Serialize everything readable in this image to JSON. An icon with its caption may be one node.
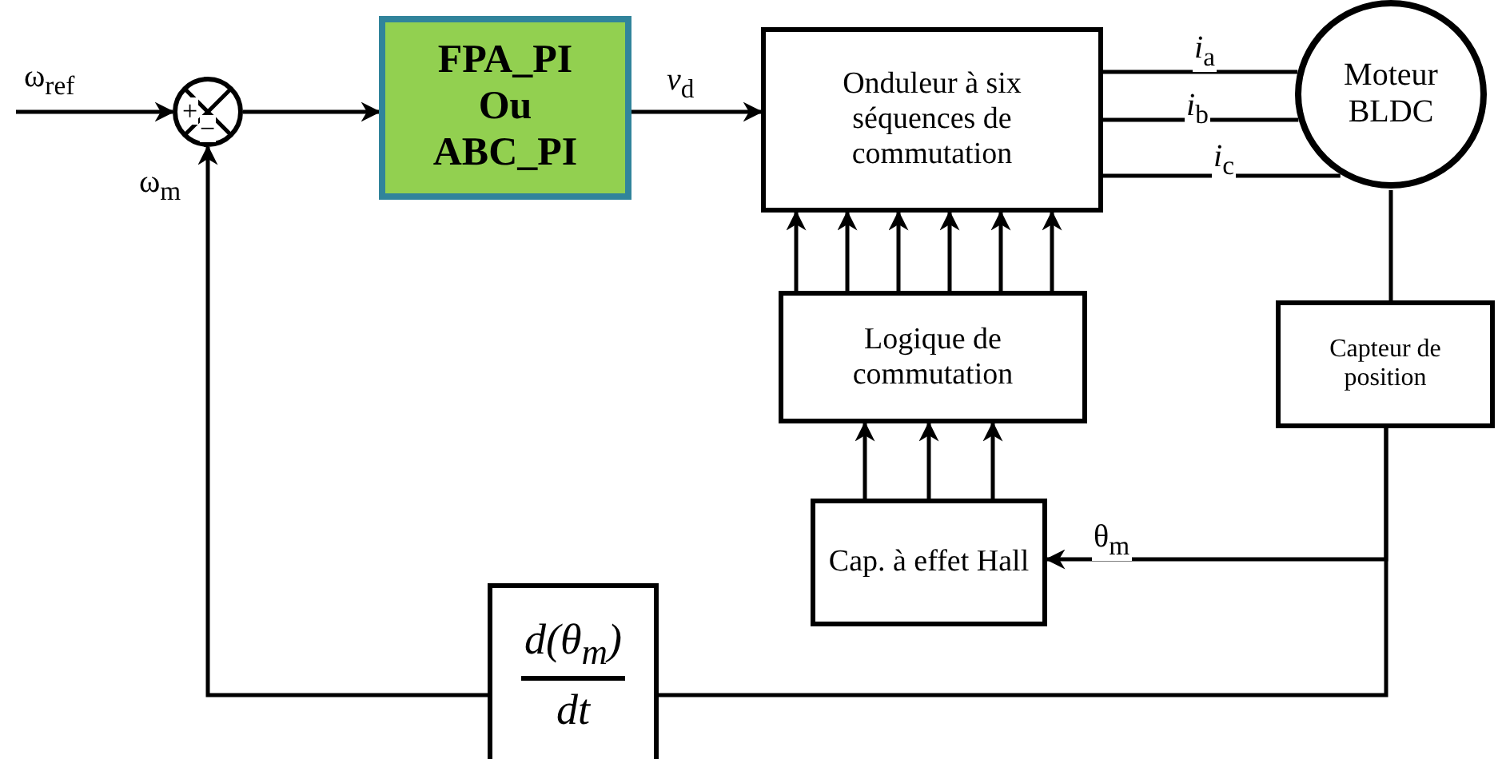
{
  "diagram": {
    "nodes": [
      {
        "text": [
          "+",
          "−"
        ]
      },
      {
        "text": [
          "FPA_PI Ou ABC_PI"
        ]
      },
      {
        "text": [
          "Onduleur à six séquences de commutation"
        ]
      },
      {
        "text": [
          "Moteur BLDC"
        ]
      },
      {
        "text": [
          "Logique de commutation"
        ]
      },
      {
        "text": [
          "Cap. à effet Hall"
        ]
      },
      {
        "text": [
          "Capteur de position"
        ]
      },
      {
        "text": [
          "d(θ$_{m}$)",
          "dt"
        ]
      }
    ],
    "edges": [
      {
        "from": null,
        "to": 0,
        "arrow": "to",
        "label": "ω$_{ref}$"
      },
      {
        "from": 0,
        "to": 1,
        "arrow": "to"
      },
      {
        "from": 1,
        "to": 2,
        "arrow": "to",
        "label": "*v*$_{d}$"
      },
      {
        "from": 2,
        "to": 3,
        "arrow": "none",
        "label": "*i*$_{a}$"
      },
      {
        "from": 2,
        "to": 3,
        "arrow": "none",
        "label": "*i*$_{b}$"
      },
      {
        "from": 2,
        "to": 3,
        "arrow": "none",
        "label": "*i*$_{c}$"
      },
      {
        "from": 4,
        "to": 2,
        "arrow": "to"
      },
      {
        "from": 4,
        "to": 2,
        "arrow": "to"
      },
      {
        "from": 4,
        "to": 2,
        "arrow": "to"
      },
      {
        "from": 4,
        "to": 2,
        "arrow": "to"
      },
      {
        "from": 4,
        "to": 2,
        "arrow": "to"
      },
      {
        "from": 4,
        "to": 2,
        "arrow": "to"
      },
      {
        "from": 5,
        "to": 4,
        "arrow": "to"
      },
      {
        "from": 5,
        "to": 4,
        "arrow": "to"
      },
      {
        "from": 5,
        "to": 4,
        "arrow": "to"
      },
      {
        "from": 3,
        "to": 6,
        "arrow": "none"
      },
      {
        "from": 6,
        "to": 5,
        "arrow": "to",
        "label": "θ$_{m}$"
      },
      {
        "from": 6,
        "to": 7,
        "arrow": "none"
      },
      {
        "from": 7,
        "to": 0,
        "arrow": "to",
        "label": "ω$_{m}$"
      }
    ]
  }
}
